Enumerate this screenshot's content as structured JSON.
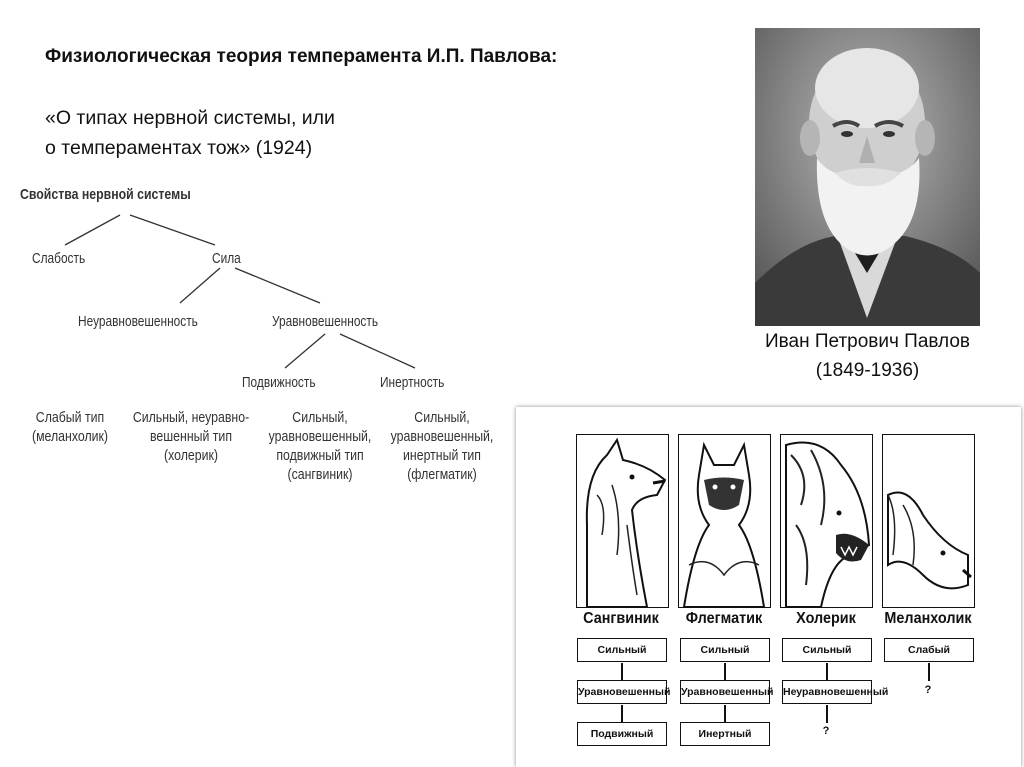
{
  "title": "Физиологическая теория темперамента И.П. Павлова:",
  "subtitle_line1": "«О типах нервной системы, или",
  "subtitle_line2": "о темпераментах тож» (1924)",
  "tree": {
    "root": "Свойства нервной системы",
    "weakness": "Слабость",
    "strength": "Сила",
    "unbalanced": "Неуравновешенность",
    "balanced": "Уравновешенность",
    "mobility": "Подвижность",
    "inertia": "Инертность",
    "leaves": [
      {
        "line1": "Слабый тип",
        "line2": "(меланхолик)"
      },
      {
        "line1": "Сильный, неуравно-",
        "line2": "вешенный тип",
        "line3": "(холерик)"
      },
      {
        "line1": "Сильный,",
        "line2": "уравновешенный,",
        "line3": "подвижный тип",
        "line4": "(сангвиник)"
      },
      {
        "line1": "Сильный,",
        "line2": "уравновешенный,",
        "line3": "инертный тип",
        "line4": "(флегматик)"
      }
    ]
  },
  "portrait": {
    "name": "Иван Петрович Павлов",
    "years": "(1849-1936)"
  },
  "dogs": {
    "types": [
      "Сангвиник",
      "Флегматик",
      "Холерик",
      "Меланхолик"
    ],
    "columns": [
      {
        "p1": "Сильный",
        "p2": "Уравновешенный",
        "p3": "Подвижный"
      },
      {
        "p1": "Сильный",
        "p2": "Уравновешенный",
        "p3": "Инертный"
      },
      {
        "p1": "Сильный",
        "p2": "Неуравновешенный",
        "p3": "?"
      },
      {
        "p1": "Слабый",
        "p2": "?"
      }
    ]
  }
}
